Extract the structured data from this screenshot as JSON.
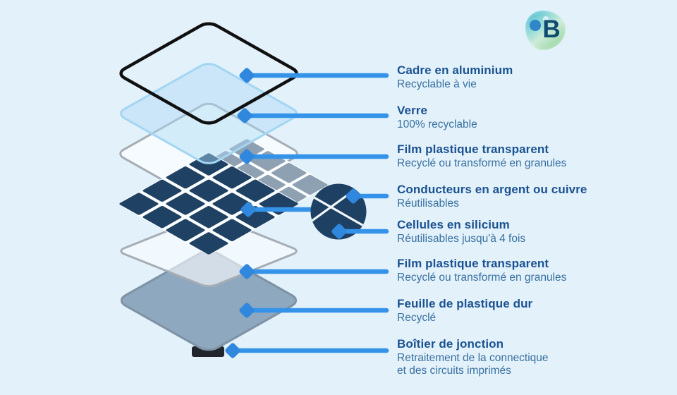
{
  "logo": {
    "letter": "B"
  },
  "colors": {
    "background": "#E3F1FB",
    "title_text": "#1A5290",
    "desc_text": "#38709F",
    "connector_line": "#3493E9",
    "connector_marker": "#2F87DE",
    "frame_outline": "#101010",
    "glass_border": "#A3D6F2",
    "film_border": "#A6ADB5",
    "cell_navy": "#1E4164",
    "cell_gray": "#8EA1B3",
    "backsheet_fill": "#8EA8BF",
    "junction_box": "#20262B",
    "zoom_circle": "#1D4063"
  },
  "layers": [
    {
      "id": "frame",
      "title": "Cadre en aluminium",
      "desc": "Recyclable à vie"
    },
    {
      "id": "glass",
      "title": "Verre",
      "desc": "100% recyclable"
    },
    {
      "id": "film-top",
      "title": "Film plastique transparent",
      "desc": "Recyclé ou transformé en granules"
    },
    {
      "id": "conductors",
      "title": "Conducteurs en argent ou cuivre",
      "desc": "Réutilisables"
    },
    {
      "id": "cells",
      "title": "Cellules en silicium",
      "desc": "Réutilisables jusqu'à 4 fois"
    },
    {
      "id": "film-bottom",
      "title": "Film plastique transparent",
      "desc": "Recyclé ou transformé en granules"
    },
    {
      "id": "backsheet",
      "title": "Feuille de plastique dur",
      "desc": "Recyclé"
    },
    {
      "id": "junction",
      "title": "Boîtier de jonction",
      "desc": "Retraitement de la connectique\net des circuits imprimés"
    }
  ]
}
